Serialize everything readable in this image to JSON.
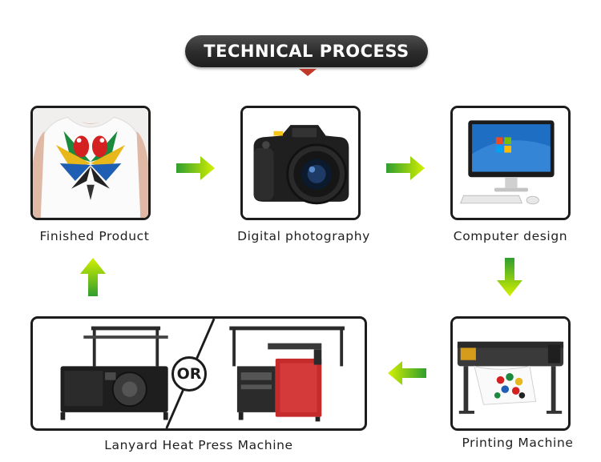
{
  "header": {
    "title": "TECHNICAL PROCESS"
  },
  "steps": [
    {
      "label": "Finished Product",
      "icon": "tshirt-image"
    },
    {
      "label": "Digital photography",
      "icon": "camera-image"
    },
    {
      "label": "Computer design",
      "icon": "computer-image"
    },
    {
      "label": "Printing Machine",
      "icon": "printer-image"
    },
    {
      "label": "Lanyard Heat Press Machine",
      "icon": "heat-press-image"
    }
  ],
  "or_label": "OR",
  "colors": {
    "banner": "#333333",
    "pointer": "#c0392b",
    "arrow_start": "#2f9e2f",
    "arrow_end": "#d4f000",
    "border": "#1c1c1c"
  }
}
